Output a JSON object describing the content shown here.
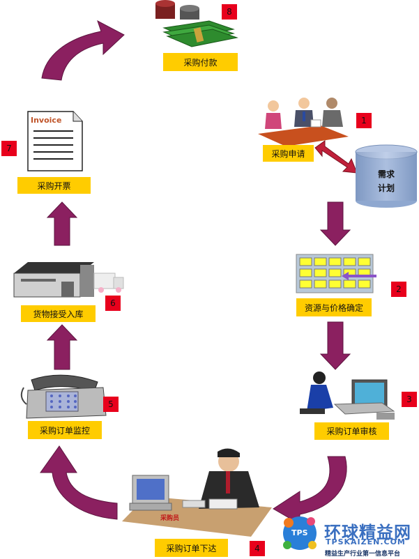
{
  "steps": [
    {
      "number": "1",
      "label": "采购申请"
    },
    {
      "number": "2",
      "label": "资源与价格确定"
    },
    {
      "number": "3",
      "label": "采购订单审核"
    },
    {
      "number": "4",
      "label": "采购订单下达"
    },
    {
      "number": "5",
      "label": "采购订单监控"
    },
    {
      "number": "6",
      "label": "货物接受入库"
    },
    {
      "number": "7",
      "label": "采购开票"
    },
    {
      "number": "8",
      "label": "采购付款"
    }
  ],
  "database": {
    "line1": "需求",
    "line2": "计划"
  },
  "invoice_heading": "Invoice",
  "desk_sign": "采购员",
  "watermark": {
    "title": "环球精益网",
    "code": "TPSKAIZEN.COM",
    "tagline": "精益生产行业第一信息平台",
    "logo_text": "TPS"
  },
  "colors": {
    "label_bg": "#ffcc00",
    "badge_bg": "#e8001c",
    "arrow": "#8b2060",
    "connector": "#c0203a"
  }
}
